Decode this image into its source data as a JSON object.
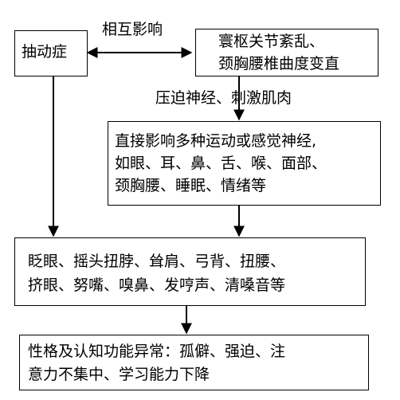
{
  "nodes": {
    "tic": "抽动症",
    "joint": [
      "寰枢关节紊乱、",
      "颈胸腰椎曲度变直"
    ],
    "nerves": [
      "直接影响多种运动或感觉神经,",
      "如眼、耳、鼻、舌、喉、面部、",
      "颈胸腰、睡眠、情绪等"
    ],
    "symptoms": [
      "眨眼、摇头扭脖、耸肩、弓背、扭腰、",
      "挤眼、努嘴、嗅鼻、发哼声、清嗓音等"
    ],
    "outcome": [
      "性格及认知功能异常：孤僻、强迫、注",
      "意力不集中、学习能力下降"
    ]
  },
  "edge_labels": {
    "mutual": "相互影响",
    "compress": "压迫神经、刺激肌肉"
  }
}
